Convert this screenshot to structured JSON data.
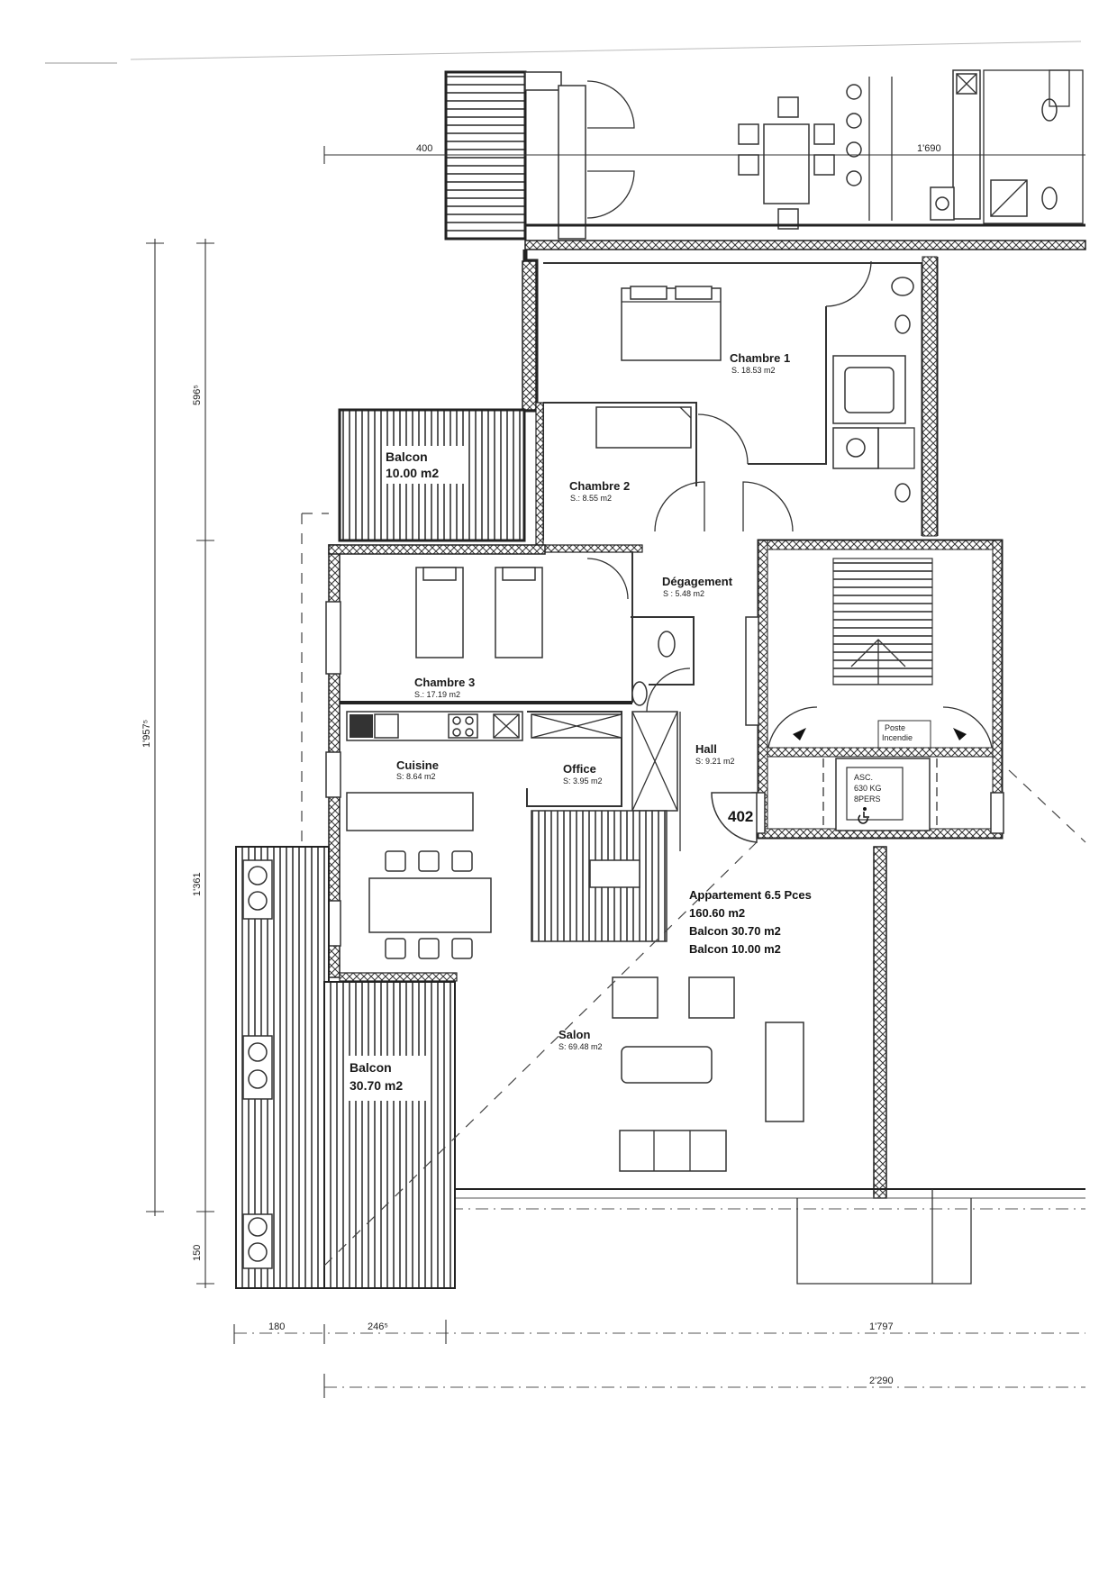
{
  "plan": {
    "rooms": [
      {
        "name": "Chambre 1",
        "area": "S. 18.53 m2"
      },
      {
        "name": "Chambre 2",
        "area": "S.: 8.55 m2"
      },
      {
        "name": "Chambre 3",
        "area": "S.: 17.19 m2"
      },
      {
        "name": "Dégagement",
        "area": "S : 5.48 m2"
      },
      {
        "name": "Cuisine",
        "area": "S: 8.64 m2"
      },
      {
        "name": "Office",
        "area": "S: 3.95 m2"
      },
      {
        "name": "Hall",
        "area": "S: 9.21 m2"
      },
      {
        "name": "Salon",
        "area": "S: 69.48 m2"
      }
    ],
    "balconies": [
      {
        "name": "Balcon",
        "area": "10.00 m2"
      },
      {
        "name": "Balcon",
        "area": "30.70 m2"
      }
    ],
    "apartment_number": "402",
    "summary": [
      "Appartement 6.5 Pces",
      "160.60 m2",
      "Balcon 30.70 m2",
      "Balcon 10.00 m2"
    ],
    "core": {
      "fire_post": [
        "Poste",
        "Incendie"
      ],
      "elevator": [
        "ASC.",
        "630 KG",
        "8PERS"
      ]
    },
    "dimensions": {
      "top_left": "400",
      "top_right": "1'690",
      "vertical_total": "1'957⁵",
      "vertical_upper": "596⁵",
      "vertical_lower": "1'361",
      "vertical_bottom": "150",
      "bottom_1": "180",
      "bottom_2": "246⁵",
      "bottom_3": "1'797",
      "bottom_total": "2'290"
    }
  }
}
